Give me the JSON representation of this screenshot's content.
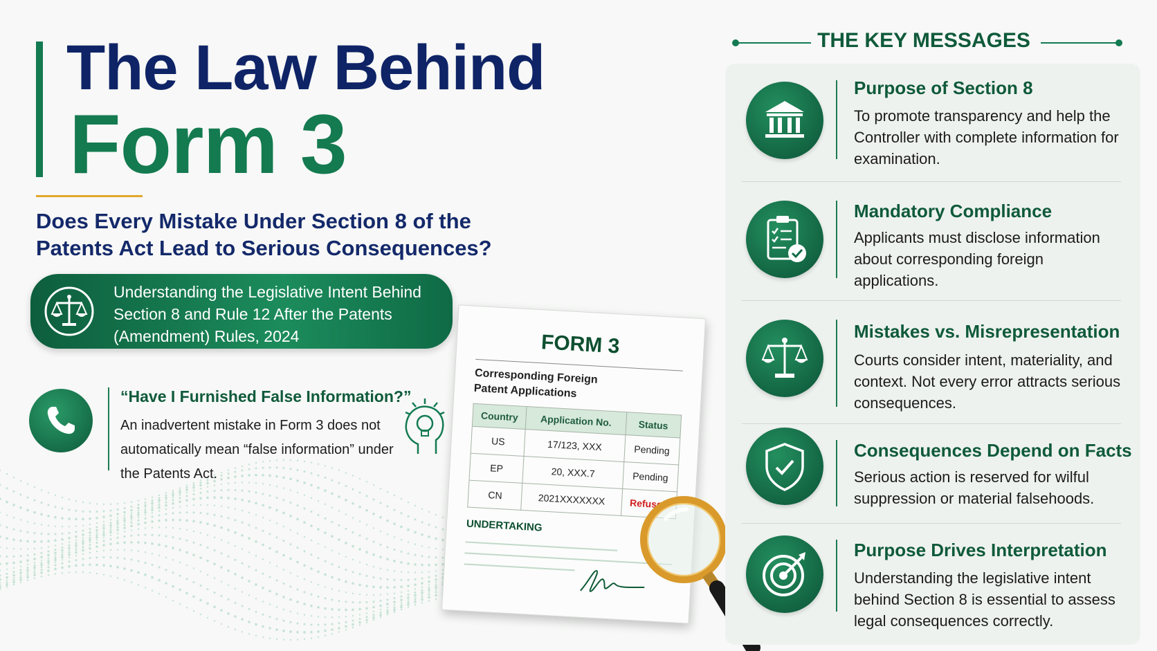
{
  "title_line1": "The Law Behind",
  "title_line2": "Form 3",
  "question": "Does Every Mistake Under Section 8 of the Patents Act Lead to Serious Consequences?",
  "intent_pill": {
    "text": "Understanding the Legislative Intent Behind Section 8 and Rule 12 After the Patents (Amendment) Rules, 2024",
    "icon": "scales-icon"
  },
  "faq": {
    "title": "“Have I Furnished False Information?”",
    "text": "An inadvertent mistake in Form 3 does not automatically mean “false information” under the Patents Act.",
    "icon": "phone-icon",
    "side_icon": "lightbulb-head-icon"
  },
  "form_doc": {
    "title": "FORM 3",
    "subtitle": "Corresponding Foreign Patent Applications",
    "columns": [
      "Country",
      "Application No.",
      "Status"
    ],
    "rows": [
      [
        "US",
        "17/123, XXX",
        "Pending"
      ],
      [
        "EP",
        "20, XXX.7",
        "Pending"
      ],
      [
        "CN",
        "2021XXXXXXX",
        "Refused"
      ]
    ],
    "undertaking": "UNDERTAKING"
  },
  "key_messages": {
    "heading": "THE KEY MESSAGES",
    "items": [
      {
        "title": "Purpose of Section 8",
        "text": "To promote transparency and help the Controller with complete information for examination.",
        "icon": "institution-icon"
      },
      {
        "title": "Mandatory Compliance",
        "text": "Applicants must disclose information about corresponding foreign applications.",
        "icon": "clipboard-check-icon"
      },
      {
        "title": "Mistakes vs. Misrepresentation",
        "text": "Courts consider intent, materiality, and context. Not every error attracts serious consequences.",
        "icon": "scales-icon"
      },
      {
        "title": "Consequences Depend on Facts",
        "text": "Serious action is reserved for wilful suppression or material falsehoods.",
        "icon": "shield-check-icon"
      },
      {
        "title": "Purpose Drives Interpretation",
        "text": "Understanding the legislative intent behind Section 8 is essential to assess legal consequences correctly.",
        "icon": "target-icon"
      }
    ]
  },
  "colors": {
    "navy": "#0f2466",
    "green": "#147a50",
    "accent_orange": "#e3a62b",
    "refused_red": "#d11d1d"
  }
}
